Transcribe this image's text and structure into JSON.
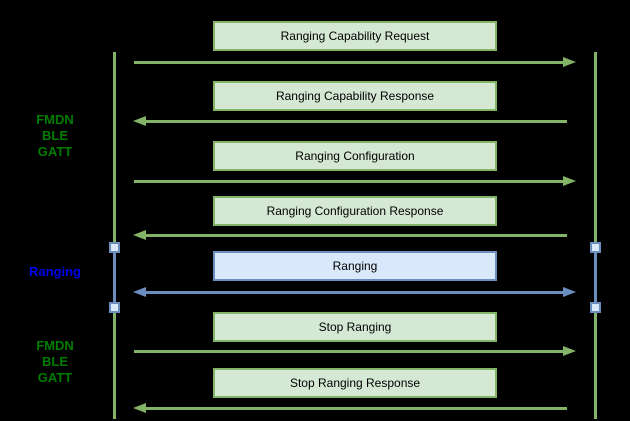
{
  "diagram": {
    "type": "sequence",
    "background": "#000000",
    "colors": {
      "green_stroke": "#82b366",
      "green_fill": "#d5e8d4",
      "blue_stroke": "#6c8ebf",
      "blue_fill": "#dae8fc",
      "phase_green_text": "#007d00",
      "phase_blue_text": "#0000ee",
      "message_text": "#000000"
    },
    "phases": [
      {
        "lines": [
          "FMDN",
          "BLE",
          "GATT"
        ],
        "color": "green"
      },
      {
        "lines": [
          "Ranging"
        ],
        "color": "blue"
      },
      {
        "lines": [
          "FMDN",
          "BLE",
          "GATT"
        ],
        "color": "green"
      }
    ],
    "lifelines": [
      {
        "name": "left-lifeline",
        "activation_markers": 2
      },
      {
        "name": "right-lifeline",
        "activation_markers": 2
      }
    ],
    "messages": [
      {
        "label": "Ranging Capability Request",
        "direction": "right",
        "style": "green"
      },
      {
        "label": "Ranging Capability Response",
        "direction": "left",
        "style": "green"
      },
      {
        "label": "Ranging Configuration",
        "direction": "right",
        "style": "green"
      },
      {
        "label": "Ranging Configuration Response",
        "direction": "left",
        "style": "green"
      },
      {
        "label": "Ranging",
        "direction": "both",
        "style": "blue"
      },
      {
        "label": "Stop Ranging",
        "direction": "right",
        "style": "green"
      },
      {
        "label": "Stop Ranging Response",
        "direction": "left",
        "style": "green"
      }
    ]
  }
}
